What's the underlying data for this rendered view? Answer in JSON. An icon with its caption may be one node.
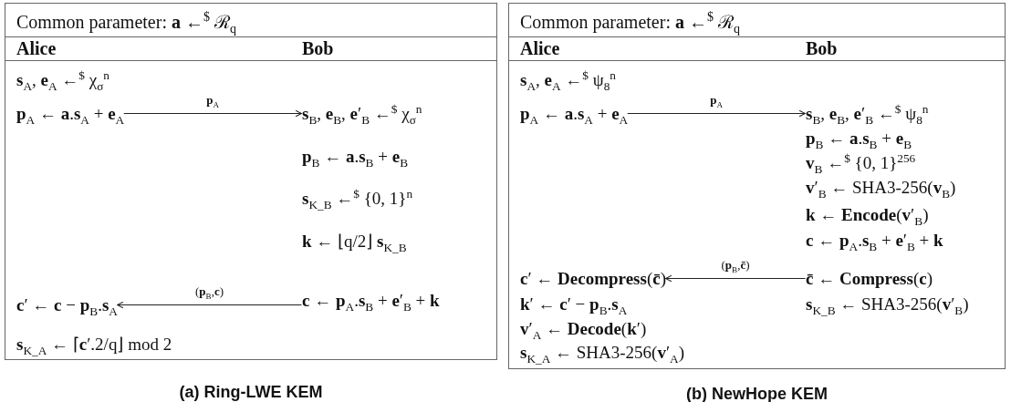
{
  "diagram": {
    "nodes": [
      {
        "text": [
          "Common parameter: **a** ←$^{$}$ ℛ$_{q}$"
        ],
        "beside": [
          "(a) Ring-LWE KEM"
        ]
      },
      {
        "text": [
          "Alice"
        ],
        "in": 0
      },
      {
        "text": [
          "Bob"
        ],
        "in": 0
      },
      {
        "text": [
          "**s**$_{A}$, **e**$_{A}$ ←$^{$}$ χ$_{σ}$$^{n}$"
        ],
        "in": 1
      },
      {
        "text": [
          "**p**$_{A}$ ← **a**.**s**$_{A}$ + **e**$_{A}$"
        ],
        "in": 1
      },
      {
        "text": [
          "**c**′ ← **c** − **p**$_{B}$.**s**$_{A}$"
        ],
        "in": 1
      },
      {
        "text": [
          "**s**$_{K_A}$ ← ⌈**c**′.2/q⌋   mod 2"
        ],
        "in": 1
      },
      {
        "text": [
          "**s**$_{B}$, **e**$_{B}$, **e**′$_{B}$ ←$^{$}$ χ$_{σ}$$^{n}$"
        ],
        "in": 2
      },
      {
        "text": [
          "**p**$_{B}$ ← **a**.**s**$_{B}$ + **e**$_{B}$"
        ],
        "in": 2
      },
      {
        "text": [
          "**s**$_{K_B}$ ←$^{$}$ {0, 1}$^{n}$"
        ],
        "in": 2
      },
      {
        "text": [
          "**k** ← ⌊q/2⌋ **s**$_{K_B}$"
        ],
        "in": 2
      },
      {
        "text": [
          "**c** ← **p**$_{A}$.**s**$_{B}$ + **e**′$_{B}$ + **k**"
        ],
        "in": 2
      },
      {
        "text": [
          "Common parameter: **a** ←$^{$}$ ℛ$_{q}$"
        ],
        "beside": [
          "(b) NewHope KEM"
        ]
      },
      {
        "text": [
          "Alice"
        ],
        "in": 12
      },
      {
        "text": [
          "Bob"
        ],
        "in": 12
      },
      {
        "text": [
          "**s**$_{A}$, **e**$_{A}$ ←$^{$}$ ψ$_{8}$$^{n}$"
        ],
        "in": 13
      },
      {
        "text": [
          "**p**$_{A}$ ← **a**.**s**$_{A}$ + **e**$_{A}$"
        ],
        "in": 13
      },
      {
        "text": [
          "**c**′ ← **Decompress**(**c̄**)"
        ],
        "in": 13
      },
      {
        "text": [
          "**k**′ ← **c**′ − **p**$_{B}$.**s**$_{A}$"
        ],
        "in": 13
      },
      {
        "text": [
          "**v**′$_{A}$ ← **Decode**(**k**′)"
        ],
        "in": 13
      },
      {
        "text": [
          "**s**$_{K_A}$ ← SHA3-256(**v**′$_{A}$)"
        ],
        "in": 13
      },
      {
        "text": [
          "**s**$_{B}$, **e**$_{B}$, **e**′$_{B}$ ←$^{$}$ ψ$_{8}$$^{n}$"
        ],
        "in": 14
      },
      {
        "text": [
          "**p**$_{B}$ ← **a**.**s**$_{B}$ + **e**$_{B}$"
        ],
        "in": 14
      },
      {
        "text": [
          "**v**$_{B}$ ←$^{$}$ {0, 1}$^{256}$"
        ],
        "in": 14
      },
      {
        "text": [
          "**v**′$_{B}$ ← SHA3-256(**v**$_{B}$)"
        ],
        "in": 14
      },
      {
        "text": [
          "**k** ← **Encode**(**v**′$_{B}$)"
        ],
        "in": 14
      },
      {
        "text": [
          "**c** ← **p**$_{A}$.**s**$_{B}$ + **e**′$_{B}$ + **k**"
        ],
        "in": 14
      },
      {
        "text": [
          "**c̄** ← **Compress**(**c**)"
        ],
        "in": 14
      },
      {
        "text": [
          "**s**$_{K_B}$ ← SHA3-256(**v**′$_{B}$)"
        ],
        "in": 14
      }
    ],
    "edges": [
      {
        "from": 4,
        "to": 7,
        "arrow": "to",
        "label": "**p**$_{A}$"
      },
      {
        "from": 11,
        "to": 5,
        "arrow": "to",
        "label": "(**p**$_{B}$,**c**)"
      },
      {
        "from": 16,
        "to": 21,
        "arrow": "to",
        "label": "**p**$_{A}$"
      },
      {
        "from": 27,
        "to": 17,
        "arrow": "to",
        "label": "(**p**$_{B}$,**c̄**)"
      }
    ]
  }
}
